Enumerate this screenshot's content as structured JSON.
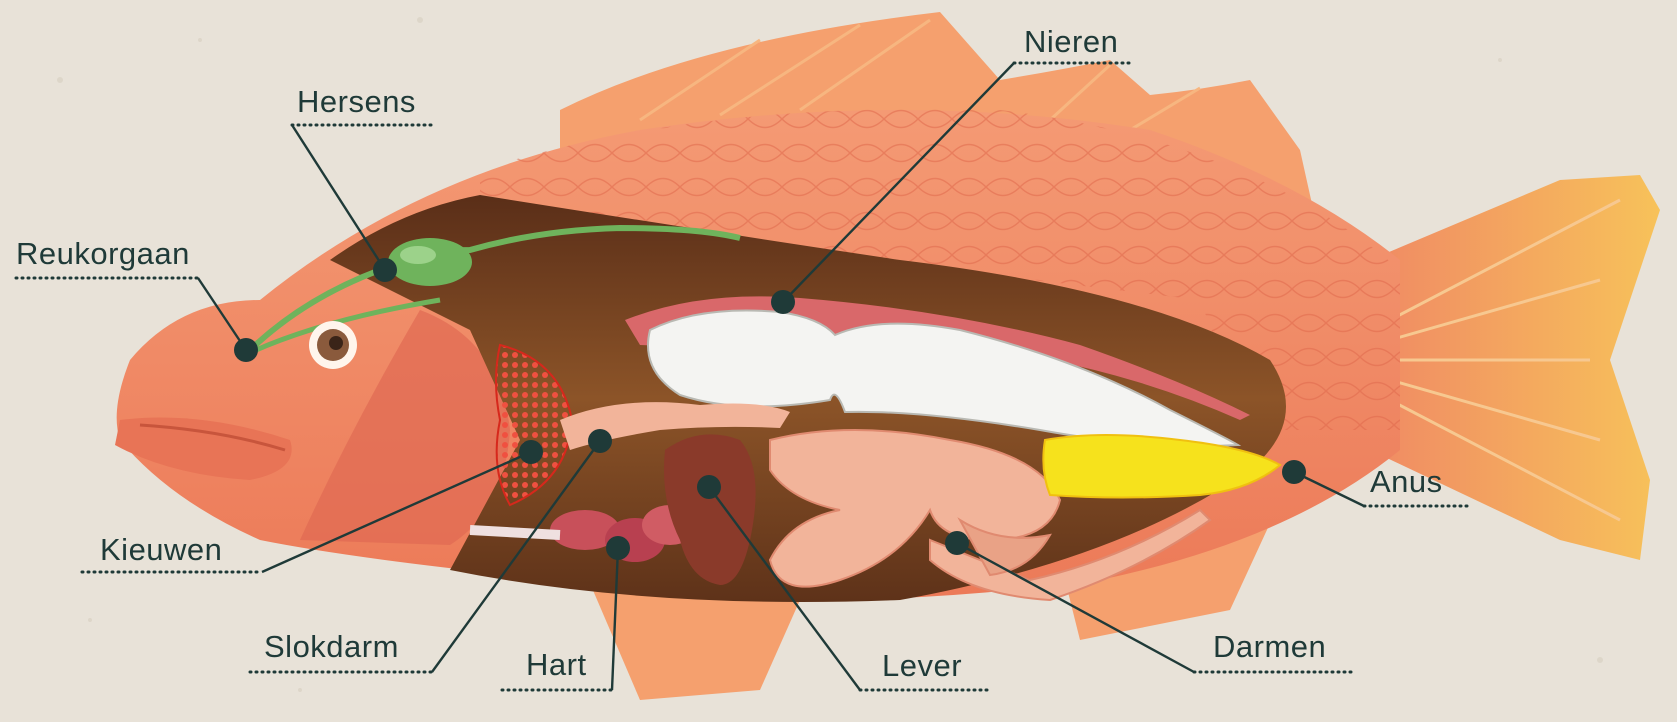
{
  "diagram": {
    "labels": {
      "hersens": "Hersens",
      "nieren": "Nieren",
      "reukorgaan": "Reukorgaan",
      "kieuwen": "Kieuwen",
      "slokdarm": "Slokdarm",
      "hart": "Hart",
      "lever": "Lever",
      "darmen": "Darmen",
      "anus": "Anus"
    },
    "colors": {
      "background": "#e8e2d8",
      "body": "#f08a64",
      "fin": "#f5a06e",
      "cavity": "#6b3a20",
      "brain": "#6fb35c",
      "swim_bladder": "#f4f4f2",
      "kidney": "#d9686a",
      "gills": "#e8352e",
      "heart": "#c8505a",
      "liver": "#8a3a2a",
      "intestine": "#f2b49a",
      "fat": "#f6e21c",
      "leader": "#1f3a38"
    }
  }
}
